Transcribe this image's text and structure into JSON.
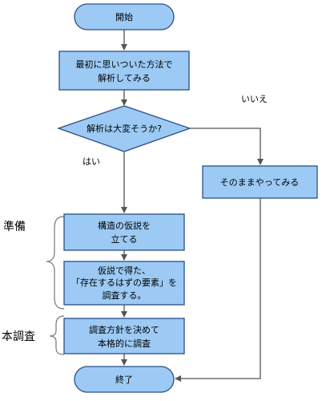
{
  "nodes": {
    "start": "開始",
    "first_analysis": [
      "最初に思いついた方法で",
      "解析してみる"
    ],
    "decision": "解析は大変そうか?",
    "just_try": "そのままやってみる",
    "hypothesis": [
      "構造の仮説を",
      "立てる"
    ],
    "investigate": [
      "仮説で得た、",
      "「存在するはずの要素」を",
      "調査する。"
    ],
    "main_investigation": [
      "調査方針を決めて",
      "本格的に調査"
    ],
    "end": "終了"
  },
  "edge_labels": {
    "no": "いいえ",
    "yes": "はい"
  },
  "phases": {
    "preparation": "準備",
    "main": "本調査"
  },
  "colors": {
    "node_fill": "#9ccaf4",
    "node_stroke": "#2a4f86",
    "line": "#555555"
  }
}
